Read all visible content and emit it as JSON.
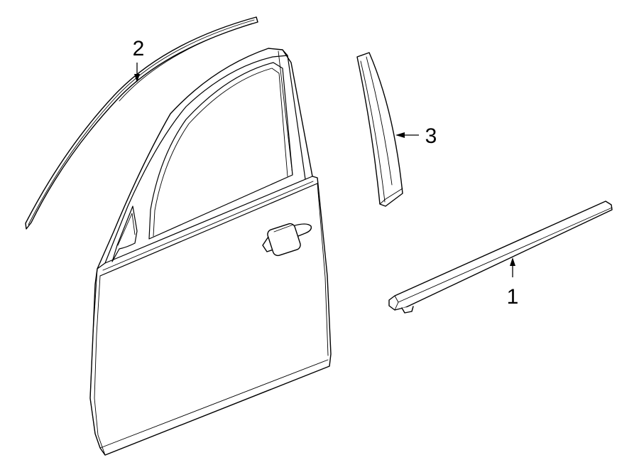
{
  "diagram": {
    "callouts": [
      {
        "number": "1",
        "part": "belt-molding"
      },
      {
        "number": "2",
        "part": "roof-drip-molding"
      },
      {
        "number": "3",
        "part": "pillar-applique"
      }
    ]
  },
  "colors": {
    "line": "#000000",
    "background": "#ffffff"
  }
}
